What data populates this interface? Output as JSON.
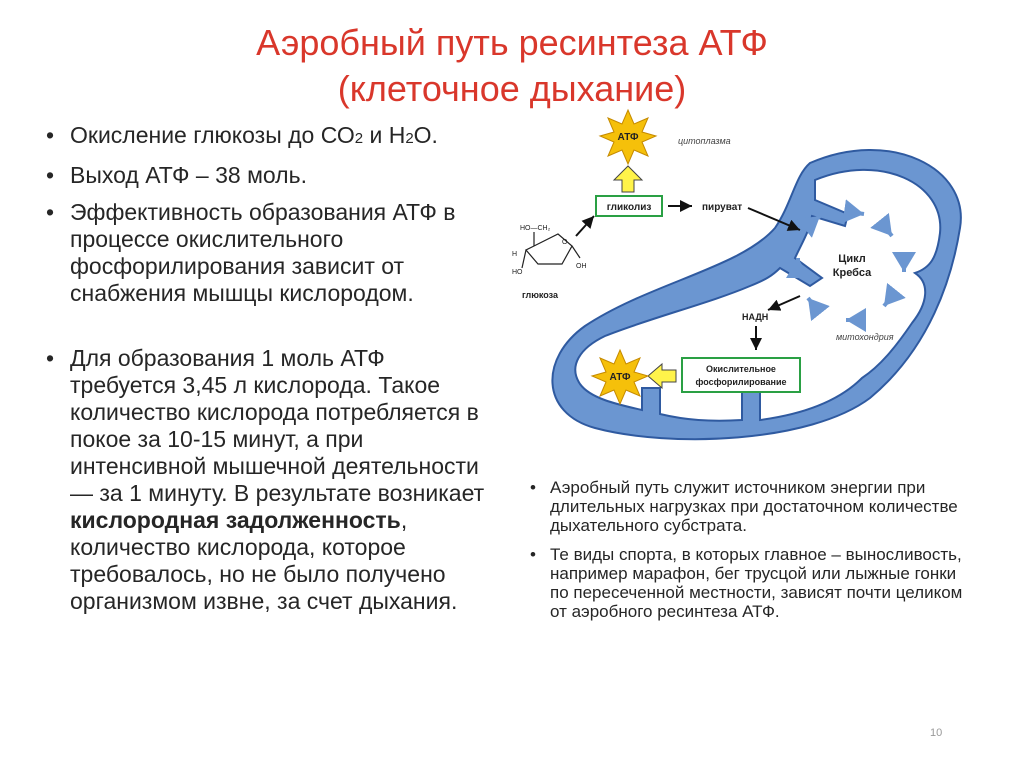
{
  "title": {
    "line1": "Аэробный путь ресинтеза АТФ",
    "line2": "(клеточное дыхание)"
  },
  "left_bullets": {
    "b1_text": "Окисление глюкозы до СО",
    "b1_sub1": "2",
    "b1_mid": " и Н",
    "b1_sub2": "2",
    "b1_end": "О.",
    "b2": "Выход АТФ – 38 моль.",
    "b3": "Эффективность образования АТФ в процессе окислительного фосфорилирования зависит от снабжения мышцы кислородом.",
    "b4_part1": "Для образования 1 моль АТФ требуется 3,45 л кислорода. Такое количество кислорода потребляется в покое за 10-15 минут, а при интенсивной мышечной деятельности — за 1 минуту. В результате возникает ",
    "b4_bold": "кислородная задолженность",
    "b4_part2": ", количество кислорода, которое требовалось, но не было получено организмом извне, за счет дыхания."
  },
  "right_bullets": {
    "b1": "Аэробный  путь служит источником энергии при длительных нагрузках при достаточном количестве дыхательного субстрата.",
    "b2": "Те виды спорта, в которых главное – выносливость, например марафон, бег трусцой или лыжные гонки по пересеченной местности, зависят почти целиком от аэробного ресинтеза АТФ."
  },
  "diagram": {
    "atp_top": "АТФ",
    "atp_bottom": "АТФ",
    "cytoplasm": "цитоплазма",
    "glycolysis": "гликолиз",
    "pyruvate": "пируват",
    "krebs_line1": "Цикл",
    "krebs_line2": "Кребса",
    "nadh": "НАДН",
    "mitochondria": "митохондрия",
    "oxphos_line1": "Окислительное",
    "oxphos_line2": "фосфорилирование",
    "glucose": "глюкоза",
    "glucose_ho_ch2": "HO—CH₂",
    "glucose_h": "H",
    "glucose_oh": "OH",
    "glucose_ho": "HO",
    "glucose_o": "O"
  },
  "colors": {
    "title": "#d9372b",
    "membrane": "#6b96d1",
    "membrane_stroke": "#2f5aa0",
    "cristae_fill": "#ffffff",
    "box_border": "#2aa044",
    "atp_star": "#f5c00a",
    "yellow_arrow": "#fff34a"
  },
  "page_number": "10"
}
